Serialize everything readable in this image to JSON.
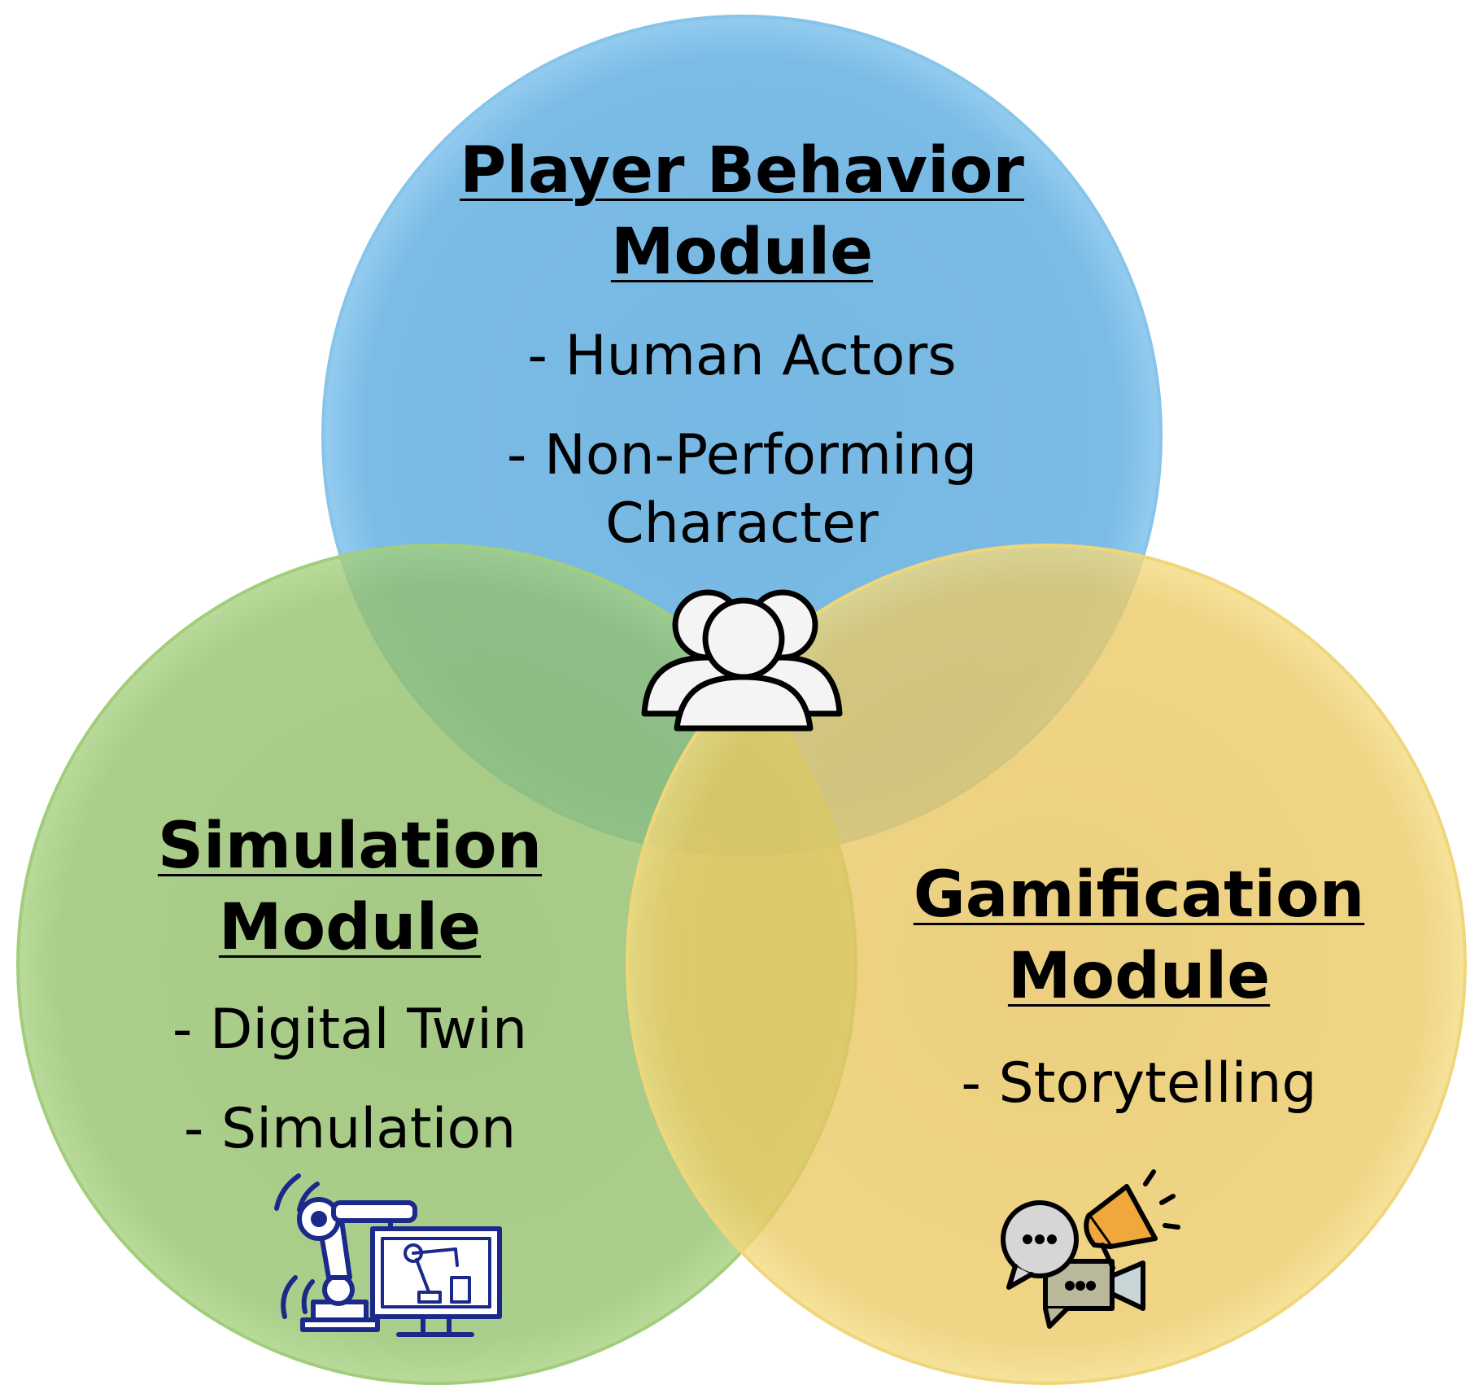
{
  "modules": [
    {
      "id": "player-behavior",
      "title_line1": "Player Behavior",
      "title_line2": "Module",
      "items": [
        "- Human Actors",
        "- Non-Performing",
        "Character"
      ],
      "color": "#74b8e4",
      "icon": "users-group-icon"
    },
    {
      "id": "simulation",
      "title_line1": "Simulation",
      "title_line2": "Module",
      "items": [
        "- Digital Twin",
        "- Simulation"
      ],
      "color": "#93c06b",
      "icon": "robot-arm-digital-twin-icon"
    },
    {
      "id": "gamification",
      "title_line1": "Gamification",
      "title_line2": "Module",
      "items": [
        "- Storytelling"
      ],
      "color": "#ebc963",
      "icon": "storytelling-chat-megaphone-icon"
    }
  ]
}
